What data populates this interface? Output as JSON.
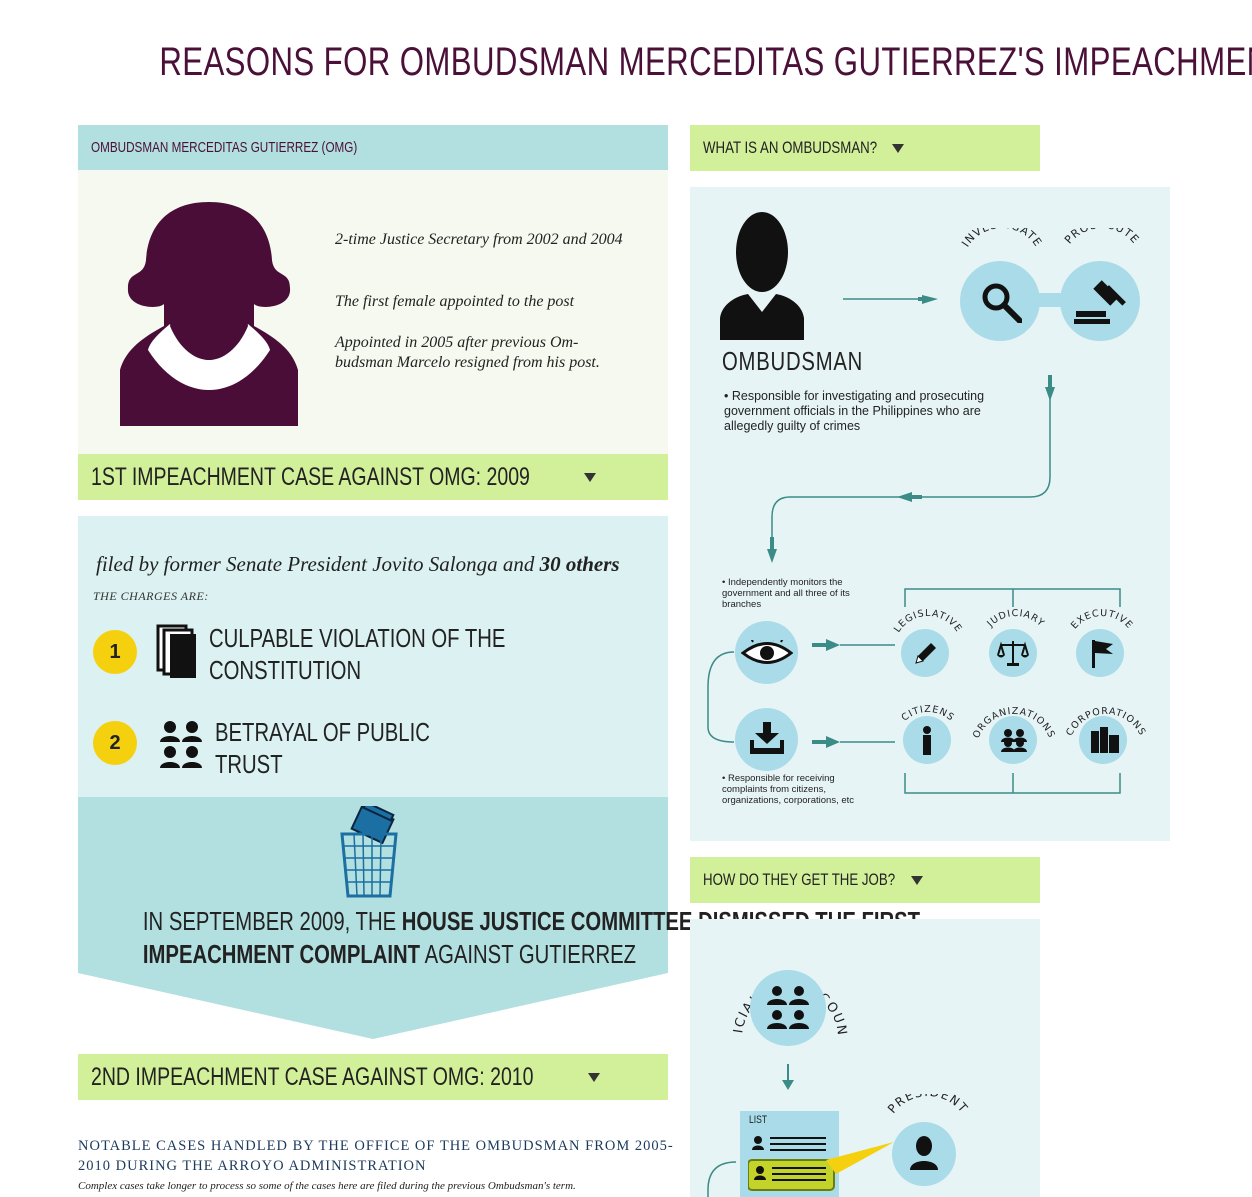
{
  "title": "REASONS FOR OMBUDSMAN MERCEDITAS GUTIERREZ'S IMPEACHMENT",
  "profile": {
    "header": "OMBUDSMAN MERCEDITAS GUTIERREZ (OMG)",
    "facts": [
      "2-time Justice Secretary from 2002 and 2004",
      "The first female appointed to the post",
      "Appointed in 2005 after previous Om-\nbudsman Marcelo resigned from his post."
    ]
  },
  "case1": {
    "bar_label": "1ST IMPEACHMENT CASE AGAINST OMG: 2009",
    "filed_by_prefix": "filed by former Senate President Jovito Salonga and ",
    "filed_by_bold": "30 others",
    "charges_label": "THE CHARGES ARE:",
    "charges": [
      {
        "number": "1",
        "line1": "CULPABLE VIOLATION OF THE",
        "line2": "CONSTITUTION"
      },
      {
        "number": "2",
        "line1": "BETRAYAL OF PUBLIC",
        "line2": "TRUST"
      }
    ],
    "dismissal": {
      "prefix": "IN SEPTEMBER 2009, THE ",
      "bold1": "HOUSE JUSTICE COMMITTEE DISMISSED THE FIRST",
      "bold2": "IMPEACHMENT COMPLAINT",
      "suffix": " AGAINST GUTIERREZ"
    }
  },
  "case2": {
    "bar_label": "2ND IMPEACHMENT CASE AGAINST OMG: 2010",
    "notable_heading": "NOTABLE CASES HANDLED BY THE OFFICE OF THE OMBUDSMAN FROM 2005-2010 DURING THE ARROYO ADMINISTRATION",
    "complex_note": "Complex cases take longer to process so some of the cases here are filed during the previous Ombudsman's term."
  },
  "what": {
    "bar_label": "WHAT IS AN OMBUDSMAN?",
    "ombudsman_label": "OMBUDSMAN",
    "investigate": "INVESTIGATE",
    "prosecute": "PROSECUTE",
    "responsible_text": "• Responsible for investigating and prosecuting government officials in the Philippines who are allegedly guilty of crimes",
    "monitor_note": "• Independently monitors the government and all three of its branches",
    "complaints_note": "• Responsible for receiving complaints from citizens, organizations, corporations, etc",
    "branches": [
      "LEGISLATIVE",
      "JUDICIARY",
      "EXECUTIVE"
    ],
    "sources": [
      "CITIZENS",
      "ORGANIZATIONS",
      "CORPORATIONS"
    ]
  },
  "how": {
    "bar_label": "HOW DO THEY GET THE JOB?",
    "council": "JUDICIAL & BAR COUNCIL",
    "president": "PRESIDENT",
    "list_label": "LIST"
  },
  "colors": {
    "title": "#4a1038",
    "profile_silhouette": "#4a0d38",
    "light_blue": "#b2dfe0",
    "pale_blue": "#dcf1f2",
    "green": "#d2ef9a",
    "yellow": "#f5d00f",
    "teal": "#3b8b87",
    "icon_circle": "#a9dbe8"
  }
}
